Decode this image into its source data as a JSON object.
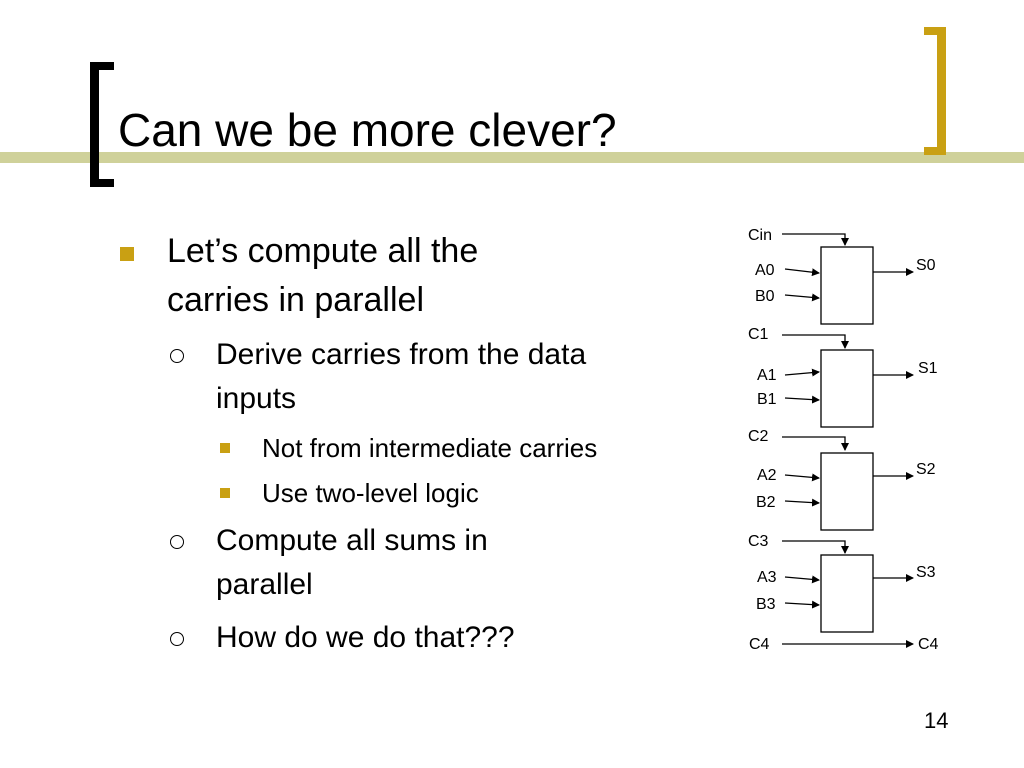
{
  "slide": {
    "title": "Can we be more clever?",
    "page_number": "14",
    "accent_color": "#c9a013",
    "band_color": "#cfd19a"
  },
  "bullets": {
    "b1_line1": "Let’s compute all the",
    "b1_line2": "carries in parallel",
    "b1_1_line1": "Derive carries from the data",
    "b1_1_line2": "inputs",
    "b1_1_1": "Not from intermediate carries",
    "b1_1_2": "Use two-level logic",
    "b1_2_line1": "Compute all sums in",
    "b1_2_line2": "parallel",
    "b1_3": "How do we do that???"
  },
  "diagram": {
    "cin": "Cin",
    "blocks": [
      {
        "a": "A0",
        "b": "B0",
        "s": "S0"
      },
      {
        "c": "C1",
        "a": "A1",
        "b": "B1",
        "s": "S1"
      },
      {
        "c": "C2",
        "a": "A2",
        "b": "B2",
        "s": "S2"
      },
      {
        "c": "C3",
        "a": "A3",
        "b": "B3",
        "s": "S3"
      }
    ],
    "cout_left": "C4",
    "cout_right": "C4"
  }
}
